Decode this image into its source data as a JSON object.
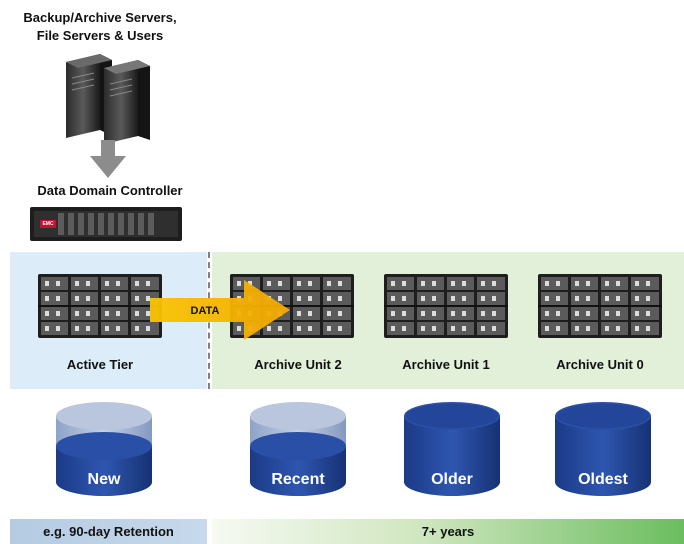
{
  "servers": {
    "title_line1": "Backup/Archive Servers,",
    "title_line2": "File Servers & Users"
  },
  "controller": {
    "title": "Data Domain Controller",
    "faceplate_brand": "EMC"
  },
  "flow": {
    "data_label": "DATA"
  },
  "tiers": [
    {
      "label": "Active Tier",
      "data_label": "New"
    },
    {
      "label": "Archive Unit 2",
      "data_label": "Recent"
    },
    {
      "label": "Archive Unit 1",
      "data_label": "Older"
    },
    {
      "label": "Archive Unit 0",
      "data_label": "Oldest"
    }
  ],
  "retention": {
    "active": "e.g. 90-day Retention",
    "archive": "7+ years"
  },
  "colors": {
    "active_zone": "#dcecf8",
    "archive_zone": "#e2efd9",
    "cylinder_blue": "#1e3f8f",
    "arrow_yellow": "#f7b500",
    "down_arrow_gray": "#8c8c8c"
  }
}
